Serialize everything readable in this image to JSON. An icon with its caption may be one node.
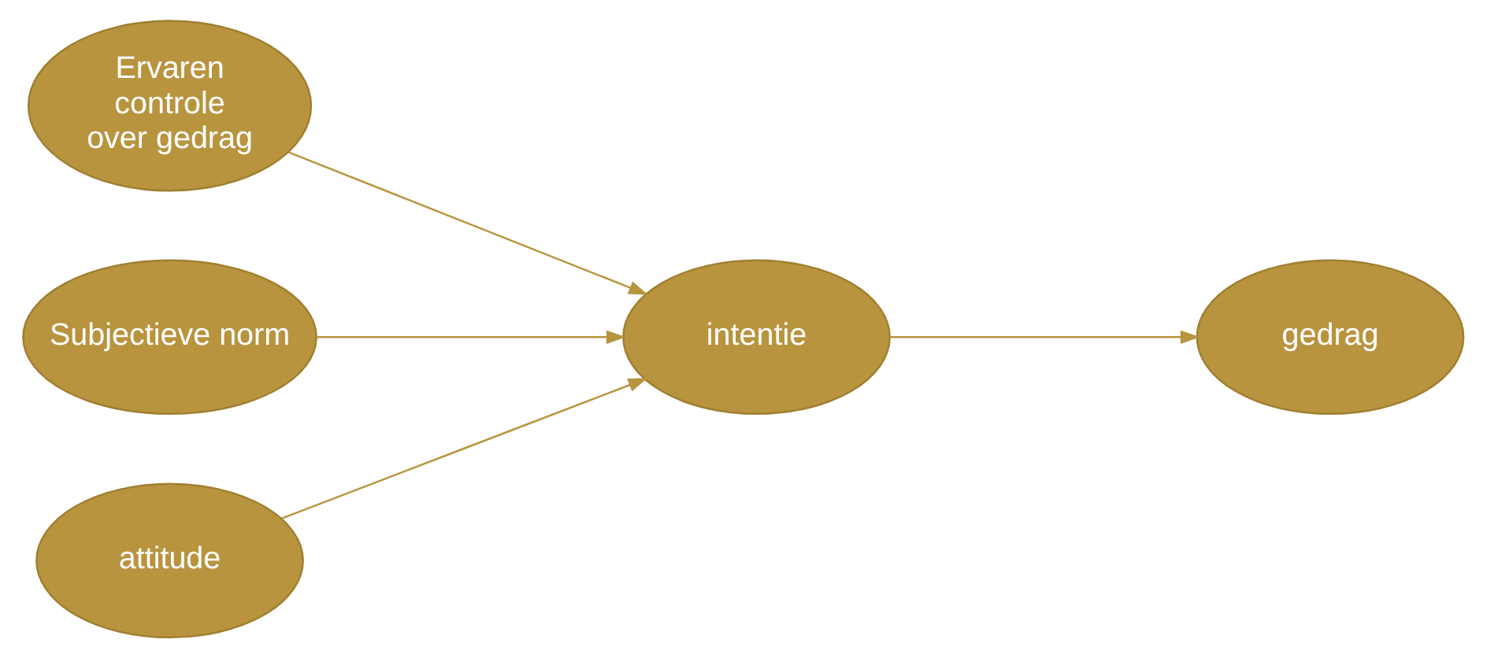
{
  "diagram": {
    "nodes": [
      {
        "text": [
          "Ervaren controle over gedrag"
        ]
      },
      {
        "text": [
          "Subjectieve norm"
        ]
      },
      {
        "text": [
          "attitude"
        ]
      },
      {
        "text": [
          "intentie"
        ]
      },
      {
        "text": [
          "gedrag"
        ]
      }
    ],
    "edges": [
      {
        "from": 0,
        "to": 3,
        "arrow": "to"
      },
      {
        "from": 1,
        "to": 3,
        "arrow": "to"
      },
      {
        "from": 2,
        "to": 3,
        "arrow": "to"
      },
      {
        "from": 3,
        "to": 4,
        "arrow": "to"
      }
    ]
  }
}
